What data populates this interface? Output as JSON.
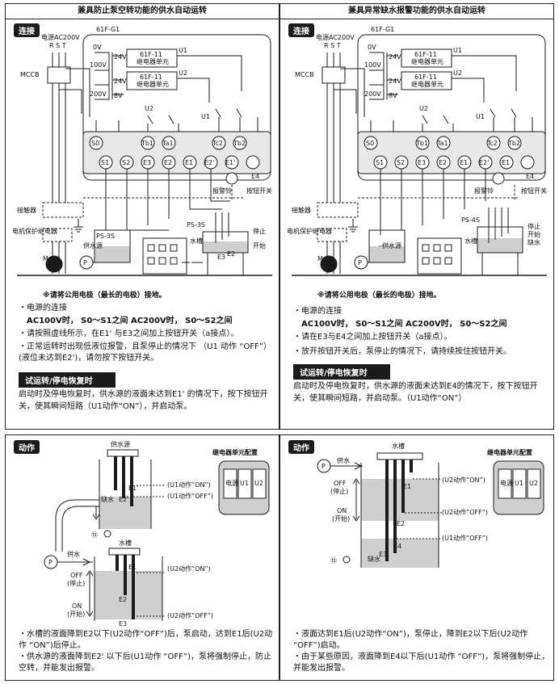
{
  "left": {
    "title": "兼具防止泵空转功能的供水自动运转",
    "tag": "连接",
    "model": "61F-G1",
    "power": "电源AC200V",
    "rst": "R S T",
    "mccb": "MCCB",
    "relay_unit": "61F-11\n继电器单元",
    "relay_unit1": "61F-11",
    "relay_unit2": "继电器单元",
    "v0": "0V",
    "v100": "100V",
    "v200": "200V",
    "v24": "24V",
    "v8": "8V",
    "u1": "U1",
    "u2": "U2",
    "terms_top": [
      "S0",
      "Tb1",
      "Ta1",
      "Tc2",
      "Tb2"
    ],
    "terms_bottom": [
      "S1",
      "S2",
      "E3",
      "E2",
      "E1",
      "E2'",
      "E1'",
      "E4"
    ],
    "bell": "报警铃",
    "button_switch": "按钮开关",
    "contactor": "接触器",
    "motor_relay": "电机保护继电器",
    "ps3s": "PS-3S",
    "source": "供水源",
    "tank": "水槽",
    "stop": "停止",
    "start": "开始",
    "ground_note": "※请将公用电极（最长的电极）接地。",
    "m": "M",
    "p": "P",
    "e1p": "E1'",
    "e2p": "E2'",
    "e1": "E1",
    "e2": "E2",
    "e3": "E3",
    "bullet1": "・电源的连接",
    "bullet1b": "AC100V时， S0～S1之间 AC200V时， S0～S2之间",
    "bullet2": "・请按照虚线所示，在E1' 与E3之间加上按钮开关（a接点）。",
    "bullet3": "・正常运转时出现低液位报警，且泵停止的情况下 （U1 动作 “OFF”）(液位未达到E2')，请勿按下按钮开关。",
    "trial": "试运转/停电恢复时",
    "trial_text": "启动时及停电恢复时，供水源的液面未达到E1' 的情况下，按下按钮开关，使其瞬间短路（U1动作“ON”），并启动泵。"
  },
  "right": {
    "title": "兼具异常缺水报警功能的供水自动运转",
    "tag": "连接",
    "model": "61F-G1",
    "power": "电源AC200V",
    "rst": "R S T",
    "mccb": "MCCB",
    "relay_unit1": "61F-11",
    "relay_unit2": "继电器单元",
    "v0": "0V",
    "v100": "100V",
    "v200": "200V",
    "v24": "24V",
    "v8": "8V",
    "u1": "U1",
    "u2": "U2",
    "terms_top": [
      "S0",
      "Tb1",
      "Ta1",
      "Tc2",
      "Tb2"
    ],
    "terms_bottom": [
      "S1",
      "S2",
      "E3",
      "E2",
      "E1",
      "E2'",
      "E1",
      "E4"
    ],
    "bell": "报警铃",
    "button_switch": "按钮开关",
    "contactor": "接触器",
    "motor_relay": "电机保护继电器",
    "ps4s": "PS-4S",
    "source": "供水源",
    "tank": "水槽",
    "stop": "停止",
    "start": "开始",
    "lack": "缺水",
    "ground_note": "※请将公用电极（最长的电极）接地。",
    "m": "M",
    "p": "P",
    "bullet1": "・电源的连接",
    "bullet1b": "AC100V时， S0～S1之间 AC200V时， S0～S2之间",
    "bullet2": "・请在E3与E4之间加上按钮开关（a接点）。",
    "bullet3": "・放开按钮开关后，泵停止的情况下，请持续按住按钮开关。",
    "trial": "试运转/停电恢复时",
    "trial_text": "启动时及停电恢复时，供水源的液面未达到E4的情况下，按下按钮开关，使其瞬间短路，并启动泵。（U1动作“ON”）"
  },
  "left_action": {
    "tag": "动作",
    "source": "供水源",
    "relay_cfg": "继电器单元配置",
    "cells": [
      "电源",
      "U1",
      "U2"
    ],
    "e1p": "E1'",
    "e2p": "E2'",
    "lack": "缺水",
    "u1on": "(U1动作“ON”)",
    "u1off": "(U1动作“OFF”)",
    "tank": "水槽",
    "supply": "供水",
    "p": "P",
    "off": "OFF",
    "stop": "(停止)",
    "on": "ON",
    "start": "(开始)",
    "e1": "E1",
    "e2": "E2",
    "e3": "E3",
    "u2on": "(U2动作“ON”)",
    "u2off": "(U2动作“OFF”)",
    "circ": "⑮",
    "note1": "・水槽的液面降到E2以下(U2动作“OFF”)后，泵启动，达到E1后(U2动作 “ON”)后停止。",
    "note2": "・供水源的液面降到E2' 以下后(U1动作 “OFF”)，泵将强制停止，防止空转，并能发出报警。"
  },
  "right_action": {
    "tag": "动作",
    "tank": "水槽",
    "supply": "供水",
    "relay_cfg": "继电器单元配置",
    "cells": [
      "电源",
      "U1",
      "U2"
    ],
    "p": "P",
    "off": "OFF",
    "stop": "(停止)",
    "on": "ON",
    "start": "(开始)",
    "e1": "E1",
    "e2": "E2",
    "e3": "E3",
    "e4": "E4",
    "lack": "缺水",
    "u2on": "(U2动作“ON”)",
    "u2off": "(U2动作“OFF”)",
    "u1off": "(U1动作“OFF”)",
    "circ": "⑮",
    "note1": "・液面达到E1后(U2动作“ON”)，泵停止，降到E2以下后(U2动作 “OFF”)启动。",
    "note2": "・由于某些原因，液面降到E4以下后(U1动作 “OFF”)，泵将强制停止，并能发出报警。"
  },
  "colors": {
    "water": "#cfcfcf",
    "ink": "#1b1b1b",
    "panel_bg": "#f3f3f3"
  }
}
